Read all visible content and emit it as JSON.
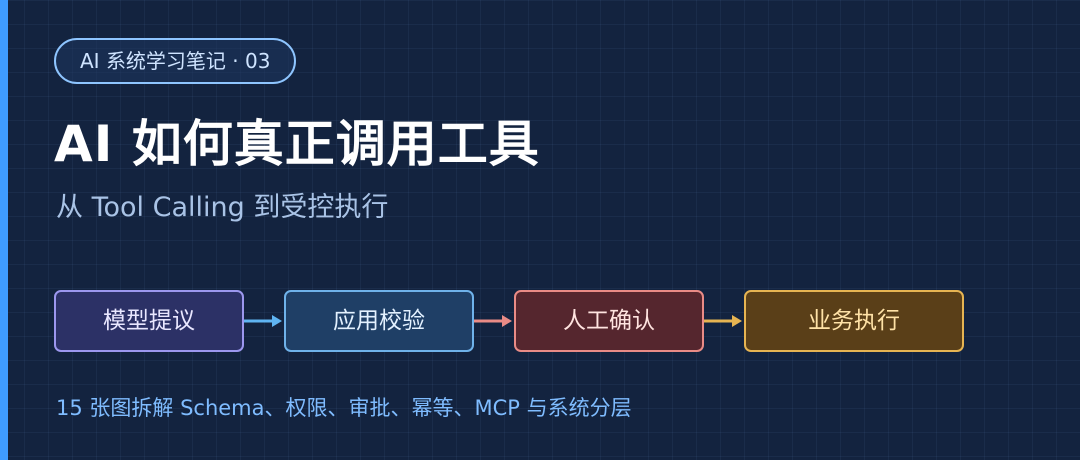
{
  "series_tag": "AI 系统学习笔记 · 03",
  "title": "AI 如何真正调用工具",
  "subtitle": "从 Tool Calling 到受控执行",
  "flow": {
    "steps": [
      {
        "label": "模型提议"
      },
      {
        "label": "应用校验"
      },
      {
        "label": "人工确认"
      },
      {
        "label": "业务执行"
      }
    ],
    "arrow_colors": [
      "#5fb4f2",
      "#e98b86",
      "#e6b452"
    ]
  },
  "footer_note": "15 张图拆解 Schema、权限、审批、幂等、MCP 与系统分层",
  "colors": {
    "background": "#13233f",
    "accent": "#3f9cff",
    "title": "#ffffff",
    "subtitle": "#a9c3e6",
    "footer": "#7fbcff"
  }
}
